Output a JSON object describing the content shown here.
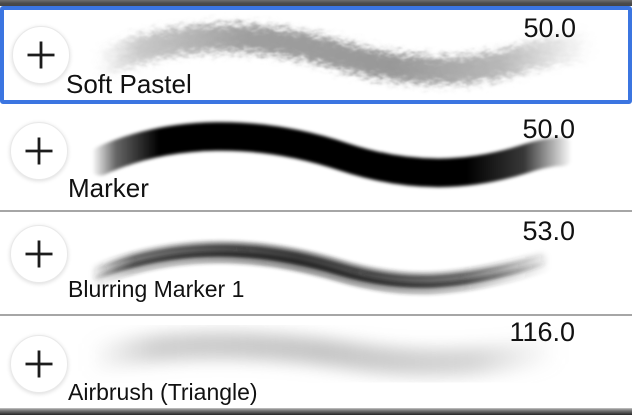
{
  "colors": {
    "selection": "#3b75e1",
    "divider": "#a6a6a6",
    "row_background": "#ffffff"
  },
  "icons": {
    "add_button": "plus-icon"
  },
  "rows": [
    {
      "name": "Soft Pastel",
      "size": "50.0",
      "selected": true
    },
    {
      "name": "Marker",
      "size": "50.0",
      "selected": false
    },
    {
      "name": "Blurring Marker 1",
      "size": "53.0",
      "selected": false
    },
    {
      "name": "Airbrush (Triangle)",
      "size": "116.0",
      "selected": false
    }
  ]
}
